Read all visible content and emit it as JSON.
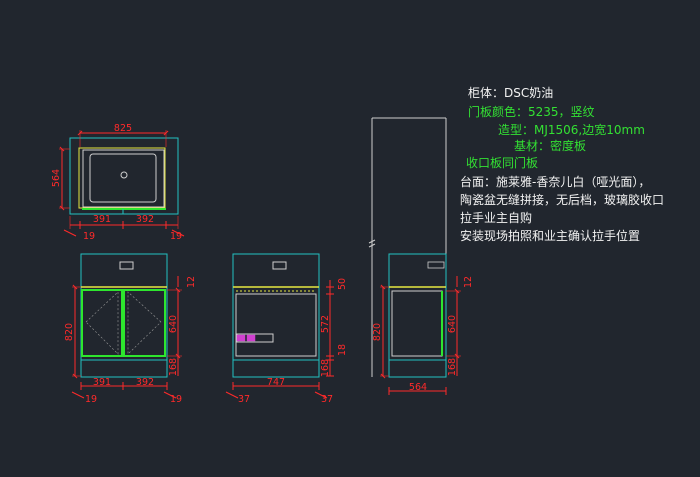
{
  "drawing": {
    "colors": {
      "background": "#21262e",
      "outline": "#23c1c1",
      "door": "#2ee62e",
      "dimension": "#ff2a2a",
      "countertop": "#e8e840",
      "note_white": "#f2f2f2",
      "note_green": "#33e033"
    },
    "plan_view": {
      "dims": {
        "width": "825",
        "depth": "564",
        "left": "391",
        "right": "392",
        "edge_left": "19",
        "edge_right": "19"
      }
    },
    "front_view": {
      "dims": {
        "height": "820",
        "door_height": "640",
        "top_gap": "12",
        "toe_kick": "168",
        "left": "391",
        "right": "392",
        "edge_left": "19",
        "edge_right": "19"
      }
    },
    "inner_view": {
      "dims": {
        "width": "747",
        "edge_left": "37",
        "edge_right": "37",
        "top": "50",
        "inner_height": "572",
        "shelf": "18",
        "toe_kick": "168"
      }
    },
    "side_view": {
      "dims": {
        "height": "820",
        "door_height": "640",
        "top_gap": "12",
        "toe_kick": "168",
        "depth": "564"
      }
    }
  },
  "notes": [
    {
      "text": "柜体：DSC奶油",
      "color": "white"
    },
    {
      "text": "门板颜色：5235，竖纹",
      "color": "green"
    },
    {
      "text": "造型：MJ1506,边宽10mm",
      "color": "green"
    },
    {
      "text": "基材：密度板",
      "color": "green"
    },
    {
      "text": "收口板同门板",
      "color": "green"
    },
    {
      "text": "台面：施莱雅-香奈儿白（哑光面），",
      "color": "white"
    },
    {
      "text": "陶瓷盆无缝拼接，无后档，玻璃胶收口",
      "color": "white"
    },
    {
      "text": "拉手业主自购",
      "color": "white"
    },
    {
      "text": "安装现场拍照和业主确认拉手位置",
      "color": "white"
    }
  ]
}
